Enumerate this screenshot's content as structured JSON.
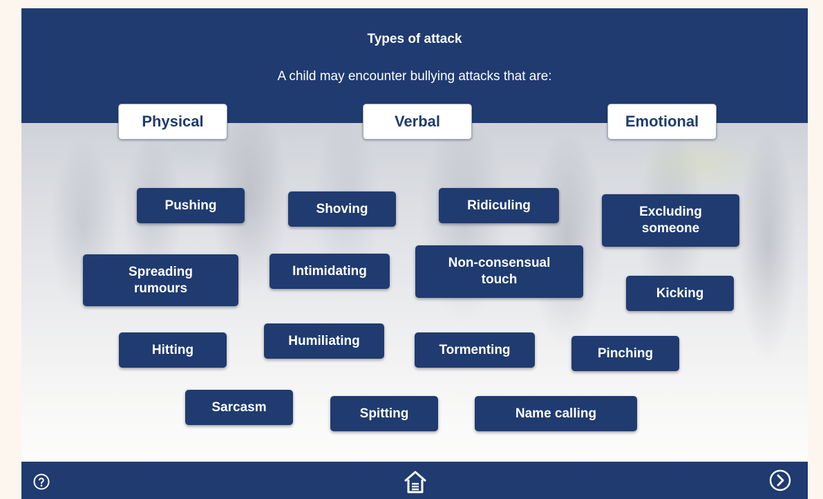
{
  "header": {
    "title": "Types of attack",
    "subtitle": "A child may encounter bullying attacks that are:"
  },
  "categories": [
    "Physical",
    "Verbal",
    "Emotional"
  ],
  "tiles": [
    {
      "label": "Pushing"
    },
    {
      "label": "Shoving"
    },
    {
      "label": "Ridiculing"
    },
    {
      "label": "Excluding someone"
    },
    {
      "label": "Spreading rumours"
    },
    {
      "label": "Intimidating"
    },
    {
      "label": "Non-consensual touch"
    },
    {
      "label": "Kicking"
    },
    {
      "label": "Hitting"
    },
    {
      "label": "Humiliating"
    },
    {
      "label": "Tormenting"
    },
    {
      "label": "Pinching"
    },
    {
      "label": "Sarcasm"
    },
    {
      "label": "Spitting"
    },
    {
      "label": "Name calling"
    }
  ],
  "footer": {
    "help_icon": "help-circle-icon",
    "home_icon": "home-icon",
    "next_icon": "chevron-right-circle-icon"
  },
  "colors": {
    "primary": "#1f3b70",
    "page_background": "#fdf6ee",
    "category_text": "#1f3b70"
  }
}
